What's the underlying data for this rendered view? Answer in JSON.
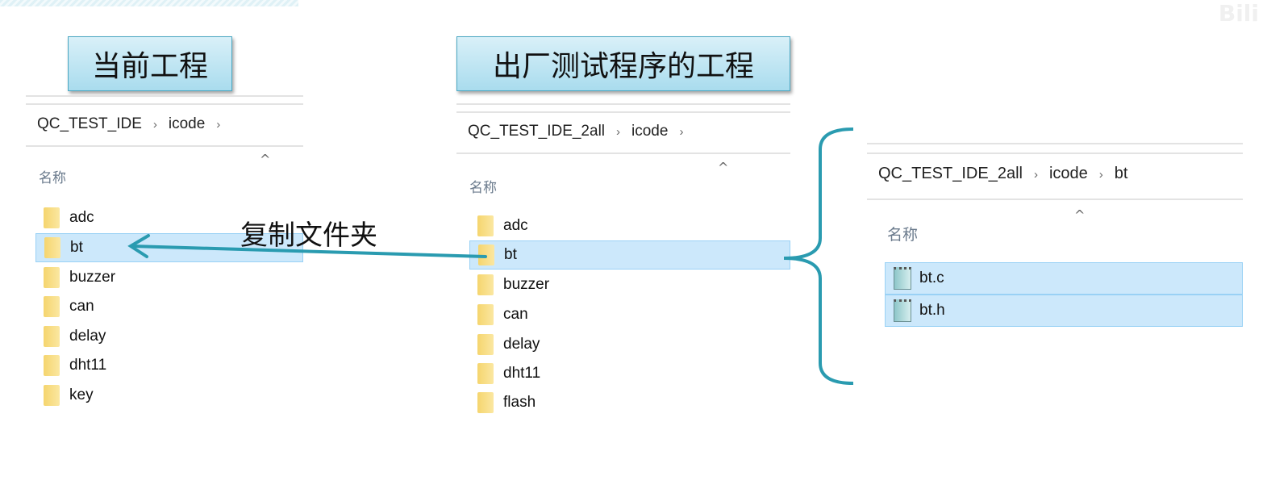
{
  "labels": {
    "current": "当前工程",
    "factory": "出厂测试程序的工程",
    "copy": "复制文件夹"
  },
  "panel1": {
    "crumbs": [
      "QC_TEST_IDE",
      "icode"
    ],
    "header": "名称",
    "items": [
      "adc",
      "bt",
      "buzzer",
      "can",
      "delay",
      "dht11",
      "key"
    ],
    "selected": "bt"
  },
  "panel2": {
    "crumbs": [
      "QC_TEST_IDE_2all",
      "icode"
    ],
    "header": "名称",
    "items": [
      "adc",
      "bt",
      "buzzer",
      "can",
      "delay",
      "dht11",
      "flash"
    ],
    "selected": "bt"
  },
  "panel3": {
    "crumbs": [
      "QC_TEST_IDE_2all",
      "icode",
      "bt"
    ],
    "header": "名称",
    "files": [
      "bt.c",
      "bt.h"
    ]
  },
  "colors": {
    "accent": "#2a9bb0",
    "selection": "#cce8fb"
  }
}
